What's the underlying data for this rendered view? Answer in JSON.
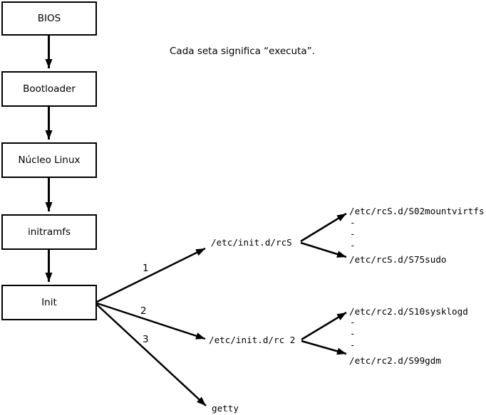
{
  "note": "Cada seta significa “executa”.",
  "flow_boxes": [
    {
      "id": "bios",
      "label": "BIOS"
    },
    {
      "id": "bootloader",
      "label": "Bootloader"
    },
    {
      "id": "kernel",
      "label": "Núcleo Linux"
    },
    {
      "id": "initramfs",
      "label": "initramfs"
    },
    {
      "id": "init",
      "label": "Init"
    }
  ],
  "branches": [
    {
      "number": "1",
      "target": "/etc/init.d/rcS",
      "children": [
        "/etc/rcS.d/S02mountvirtfs",
        "-",
        "-",
        "-",
        "/etc/rcS.d/S75sudo"
      ]
    },
    {
      "number": "2",
      "target": "/etc/init.d/rc 2",
      "children": [
        "/etc/rc2.d/S10sysklogd",
        "-",
        "-",
        "-",
        "/etc/rc2.d/S99gdm"
      ]
    },
    {
      "number": "3",
      "target": "getty"
    }
  ]
}
